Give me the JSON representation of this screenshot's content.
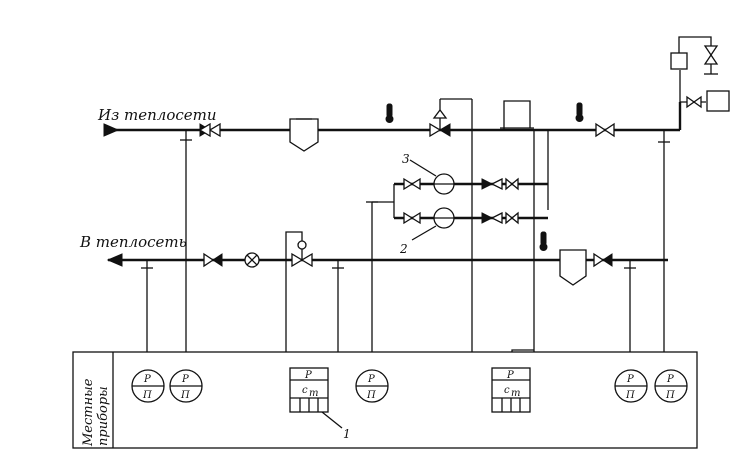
{
  "labels": {
    "supply": "Из теплосети",
    "return": "В теплосеть",
    "panel_line1": "Местные",
    "panel_line2": "приборы"
  },
  "callouts": [
    "1",
    "2",
    "3"
  ],
  "gauge": {
    "top": "P",
    "bottom": "П"
  },
  "recorder": {
    "top": "P",
    "middle": "c",
    "sub": "т"
  },
  "icons": {
    "gate_valve": "bowtie-valve-icon",
    "check_valve": "check-valve-icon",
    "thermometer": "thermometer-icon",
    "strainer": "mud-trap-icon",
    "pump": "pump-icon",
    "flow_meter": "flow-meter-icon",
    "pressure_gauge": "pressure-gauge-icon",
    "regulator": "pressure-regulator-icon"
  }
}
